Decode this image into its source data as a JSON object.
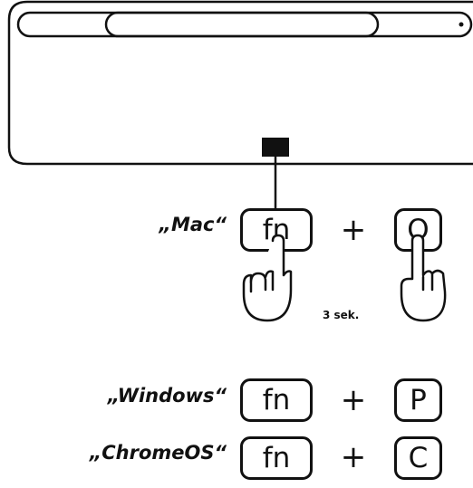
{
  "combos": [
    {
      "os_label": "„Mac“",
      "key1": "fn",
      "plus": "+",
      "key2": "O"
    },
    {
      "os_label": "„Windows“",
      "key1": "fn",
      "plus": "+",
      "key2": "P"
    },
    {
      "os_label": "„ChromeOS“",
      "key1": "fn",
      "plus": "+",
      "key2": "C"
    }
  ],
  "hold_duration": "3 sek.",
  "icons": [
    "keyboard-outline",
    "pointing-hand-icon",
    "pointing-hand-icon"
  ]
}
